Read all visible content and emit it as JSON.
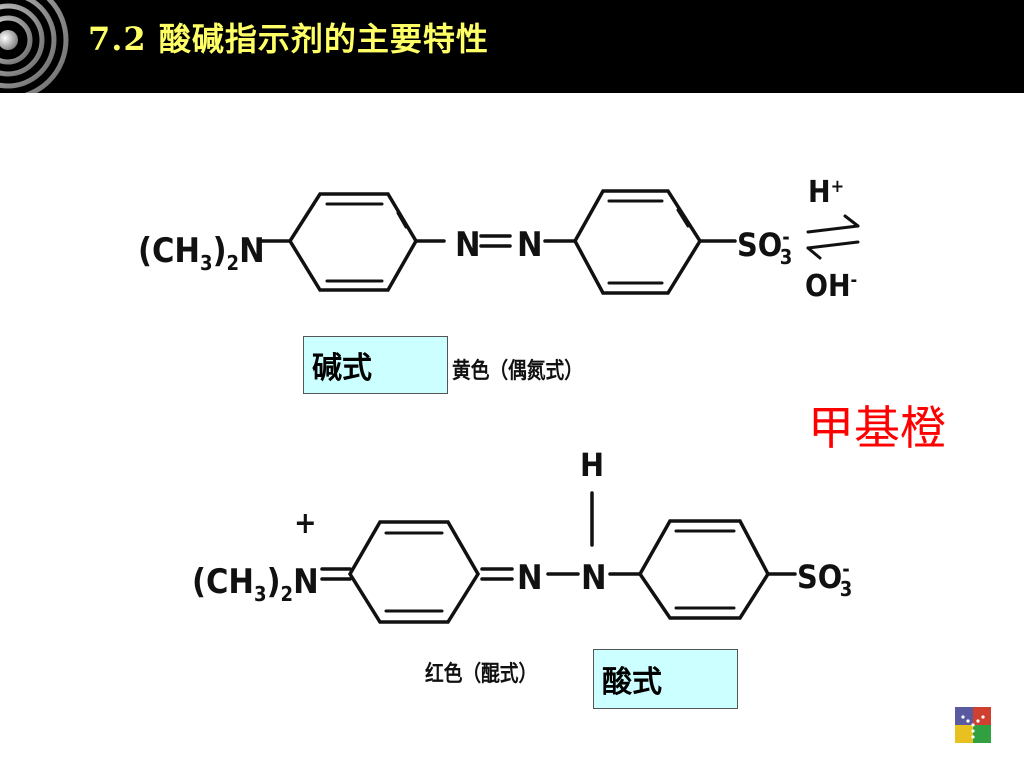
{
  "slide": {
    "title": "7.2 酸碱指示剂的主要特性"
  },
  "labels": {
    "basic_form": "碱式",
    "acid_form": "酸式",
    "yellow_caption": "黄色（偶氮式）",
    "red_caption": "红色（醌式）",
    "compound_name": "甲基橙"
  },
  "structures": {
    "top": {
      "amine_group": "(CH3)2N",
      "azo": "N=N",
      "sulfonate": "SO3-",
      "acid_reagent": "H+",
      "base_reagent": "OH-"
    },
    "bottom": {
      "charge": "+",
      "amine_group": "(CH3)2N",
      "hydrazo_left": "N",
      "hydrazo_right": "N",
      "hydrogen": "H",
      "sulfonate": "SO3-"
    }
  },
  "colors": {
    "title_bar": "#000000",
    "title_text": "#ffff66",
    "label_box": "#ccffff",
    "compound_name": "#ff0000"
  },
  "icons": [
    "concentric-circles-logo",
    "navigation-icon"
  ]
}
